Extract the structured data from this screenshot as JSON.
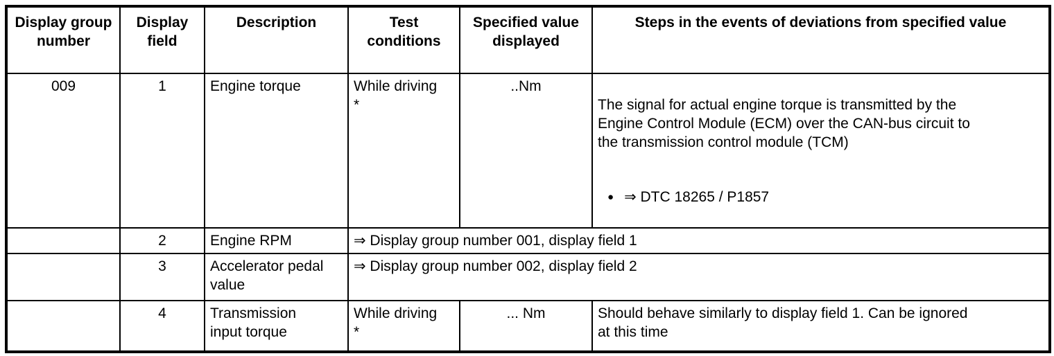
{
  "table": {
    "headers": [
      "Display group number",
      "Display field",
      "Description",
      "Test conditions",
      "Specified value displayed",
      "Steps in the events of deviations from specified value"
    ],
    "rows": [
      {
        "group": "009",
        "field": "1",
        "description": "Engine torque",
        "test_conditions": "While driving\n*",
        "specified_value": "..Nm",
        "steps_paragraph": "The signal for actual engine torque is transmitted by the\nEngine Control Module (ECM) over the CAN-bus circuit to\nthe transmission control module (TCM)",
        "bullet_glyph": "●",
        "steps_bullet": "⇒ DTC 18265 / P1857"
      },
      {
        "group": "",
        "field": "2",
        "description": "Engine RPM",
        "reference": "⇒ Display group number 001, display field 1"
      },
      {
        "group": "",
        "field": "3",
        "description": "Accelerator pedal\nvalue",
        "reference": "⇒ Display group number 002, display field 2"
      },
      {
        "group": "",
        "field": "4",
        "description": "Transmission\ninput torque",
        "test_conditions": "While driving\n*",
        "specified_value": "... Nm",
        "steps": "Should behave similarly to display field 1. Can be ignored\nat this time"
      }
    ],
    "colors": {
      "border": "#000000",
      "text": "#000000",
      "background": "#ffffff"
    }
  }
}
